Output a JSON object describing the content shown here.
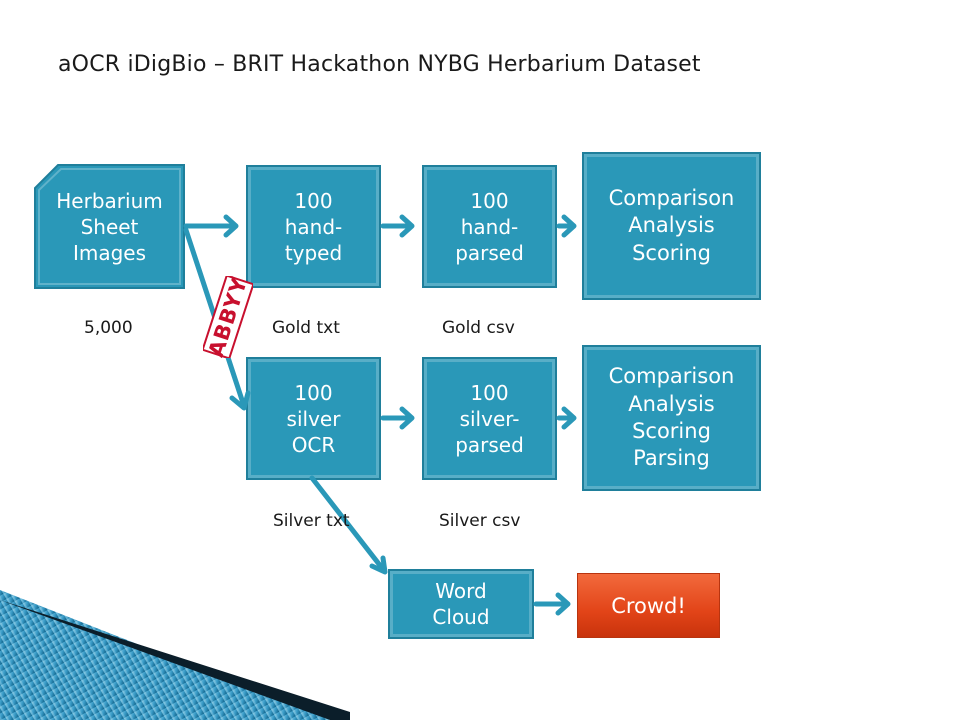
{
  "title": "aOCR iDigBio – BRIT Hackathon NYBG Herbarium Dataset",
  "nodes": {
    "herbarium": "Herbarium\nSheet\nImages",
    "hand_typed": "100\nhand-\ntyped",
    "hand_parsed": "100\nhand-\nparsed",
    "comparison_gold": "Comparison\nAnalysis\nScoring",
    "silver_ocr": "100\nsilver\nOCR",
    "silver_parsed": "100\nsilver-\nparsed",
    "comparison_silver": "Comparison\nAnalysis\nScoring\nParsing",
    "word_cloud": "Word\nCloud",
    "crowd": "Crowd!"
  },
  "labels": {
    "count": "5,000",
    "gold_txt": "Gold txt",
    "gold_csv": "Gold csv",
    "silver_txt": "Silver txt",
    "silver_csv": "Silver csv"
  },
  "stamp": "ABBYY",
  "colors": {
    "box_fill": "#2a98b8",
    "arrow": "#2a98b8",
    "crowd_fill": "#e24418",
    "stamp": "#c8102e",
    "corner_dark": "#0b3c56",
    "corner_light": "#5fb6d6"
  }
}
